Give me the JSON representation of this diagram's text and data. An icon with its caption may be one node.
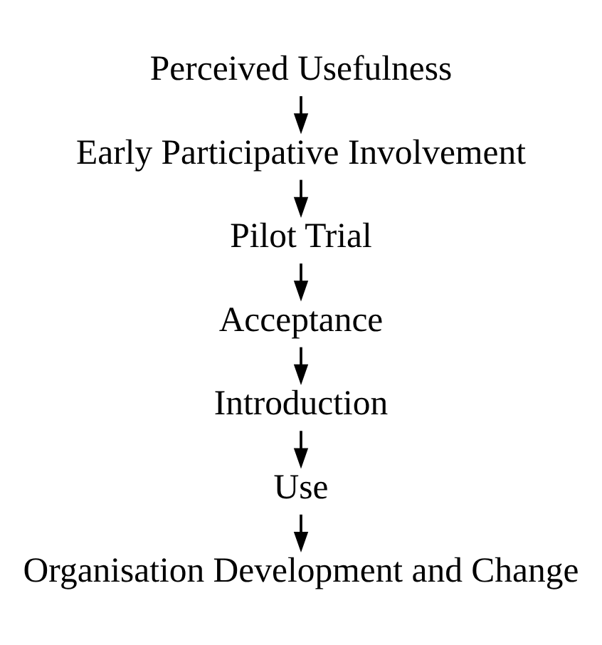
{
  "diagram": {
    "nodes": [
      {
        "text": [
          "Perceived Usefulness"
        ]
      },
      {
        "text": [
          "Early Participative Involvement"
        ]
      },
      {
        "text": [
          "Pilot Trial"
        ]
      },
      {
        "text": [
          "Acceptance"
        ]
      },
      {
        "text": [
          "Introduction"
        ]
      },
      {
        "text": [
          "Use"
        ]
      },
      {
        "text": [
          "Organisation Development and Change"
        ]
      }
    ],
    "edges": [
      {
        "from": 0,
        "to": 1,
        "arrow": "to"
      },
      {
        "from": 1,
        "to": 2,
        "arrow": "to"
      },
      {
        "from": 2,
        "to": 3,
        "arrow": "to"
      },
      {
        "from": 3,
        "to": 4,
        "arrow": "to"
      },
      {
        "from": 4,
        "to": 5,
        "arrow": "to"
      },
      {
        "from": 5,
        "to": 6,
        "arrow": "to"
      }
    ]
  }
}
